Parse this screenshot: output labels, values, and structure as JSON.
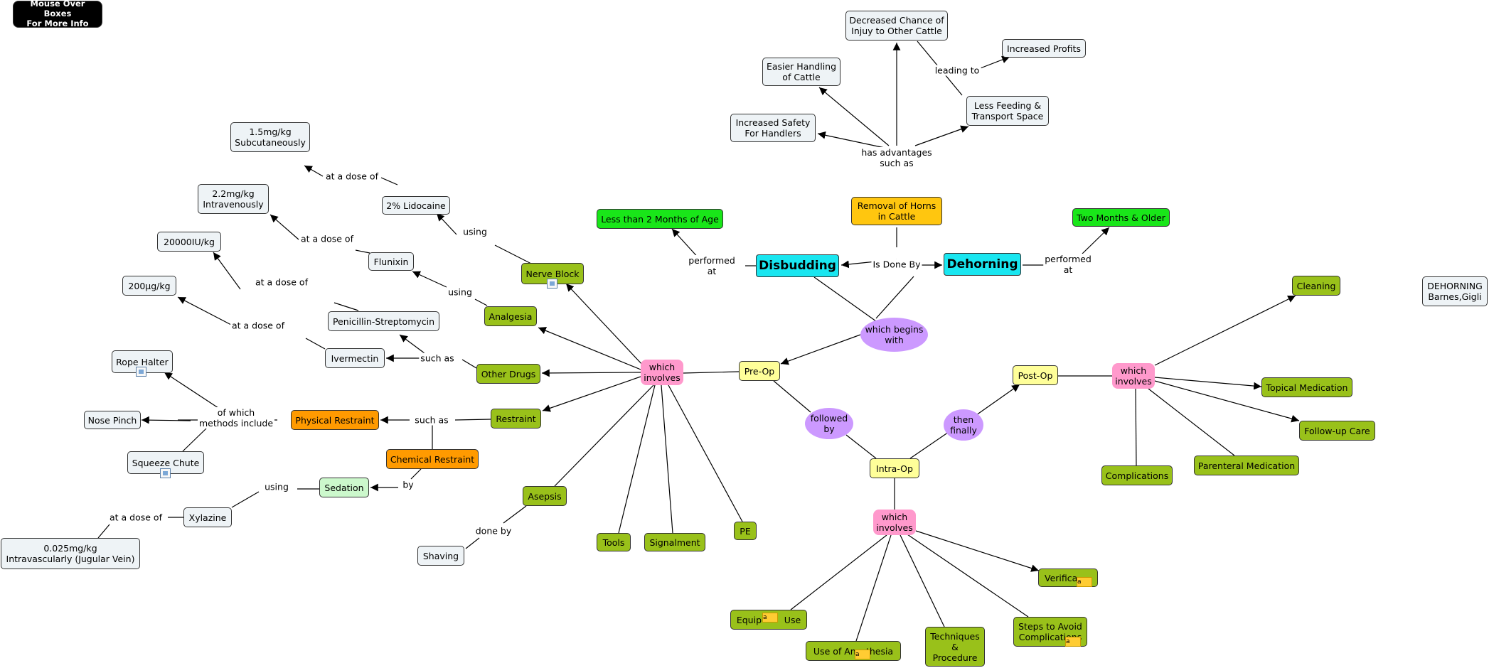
{
  "tip": "Mouse Over Boxes\nFor More Info",
  "author_note": "DEHORNING\nBarnes,Gigli",
  "nodes": {
    "disbudding": "Disbudding",
    "dehorning": "Dehorning",
    "removal": "Removal of Horns\nin Cattle",
    "less_than_2mo": "Less than 2 Months of Age",
    "two_months": "Two Months & Older",
    "safety": "Increased Safety\nFor Handlers",
    "handling": "Easier Handling\nof Cattle",
    "decreased_injury": "Decreased Chance of\nInjuy to Other Cattle",
    "profits": "Increased Profits",
    "less_feeding": "Less Feeding &\nTransport Space",
    "which_begins_with": "which begins\nwith",
    "pre_op": "Pre-Op",
    "intra_op": "Intra-Op",
    "post_op": "Post-Op",
    "followed_by": "followed\nby",
    "then_finally": "then\nfinally",
    "which_involves": "which\ninvolves",
    "nerve_block": "Nerve Block",
    "analgesia": "Analgesia",
    "other_drugs": "Other Drugs",
    "restraint": "Restraint",
    "asepsis": "Asepsis",
    "tools": "Tools",
    "signalment": "Signalment",
    "pe": "PE",
    "lidocaine": "2% Lidocaine",
    "lidocaine_dose": "1.5mg/kg\nSubcutaneously",
    "flunixin": "Flunixin",
    "flunixin_dose": "2.2mg/kg\nIntravenously",
    "pen_strep": "Penicillin-Streptomycin",
    "pen_strep_dose": "20000IU/kg",
    "ivermectin": "Ivermectin",
    "ivermectin_dose": "200µg/kg",
    "physical_restraint": "Physical Restraint",
    "chemical_restraint": "Chemical Restraint",
    "rope_halter": "Rope Halter",
    "nose_pinch": "Nose Pinch",
    "squeeze_chute": "Squeeze Chute",
    "sedation": "Sedation",
    "xylazine": "Xylazine",
    "xylazine_dose": "0.025mg/kg\nIntravascularly (Jugular Vein)",
    "shaving": "Shaving",
    "equipment_use": "Equip        Use",
    "anesthesia": "Use of Anesthesia",
    "techniques": "Techniques\n&\nProcedure",
    "steps": "Steps to Avoid\nComplications",
    "verification": "Verifica",
    "cleaning": "Cleaning",
    "topical": "Topical Medication",
    "followup": "Follow-up Care",
    "parenteral": "Parenteral Medication",
    "complications": "Complications"
  },
  "links": {
    "is_done_by": "Is Done By",
    "performed_at_left": "performed\nat",
    "performed_at_right": "performed\nat",
    "has_advantages": "has advantages\nsuch as",
    "leading_to": "leading to",
    "using_1": "using",
    "using_2": "using",
    "at_dose_1": "at a dose of",
    "at_dose_2": "at a dose of",
    "at_dose_3": "at a dose of",
    "at_dose_4": "at a dose of",
    "such_as_1": "such as",
    "such_as_2": "such as",
    "of_which": "of which\nmethods include",
    "by": "by",
    "using_3": "using",
    "at_dose_5": "at a dose of",
    "done_by": "done by"
  },
  "colors": {
    "leaf": "#eef3f6",
    "green": "#99c11a",
    "lime": "#19e619",
    "cyan": "#19e6f0",
    "gold": "#ffc60f",
    "orange": "#ff9a00",
    "yellow": "#ffff99",
    "pink": "#ff99cc",
    "purple": "#cc99ff"
  }
}
